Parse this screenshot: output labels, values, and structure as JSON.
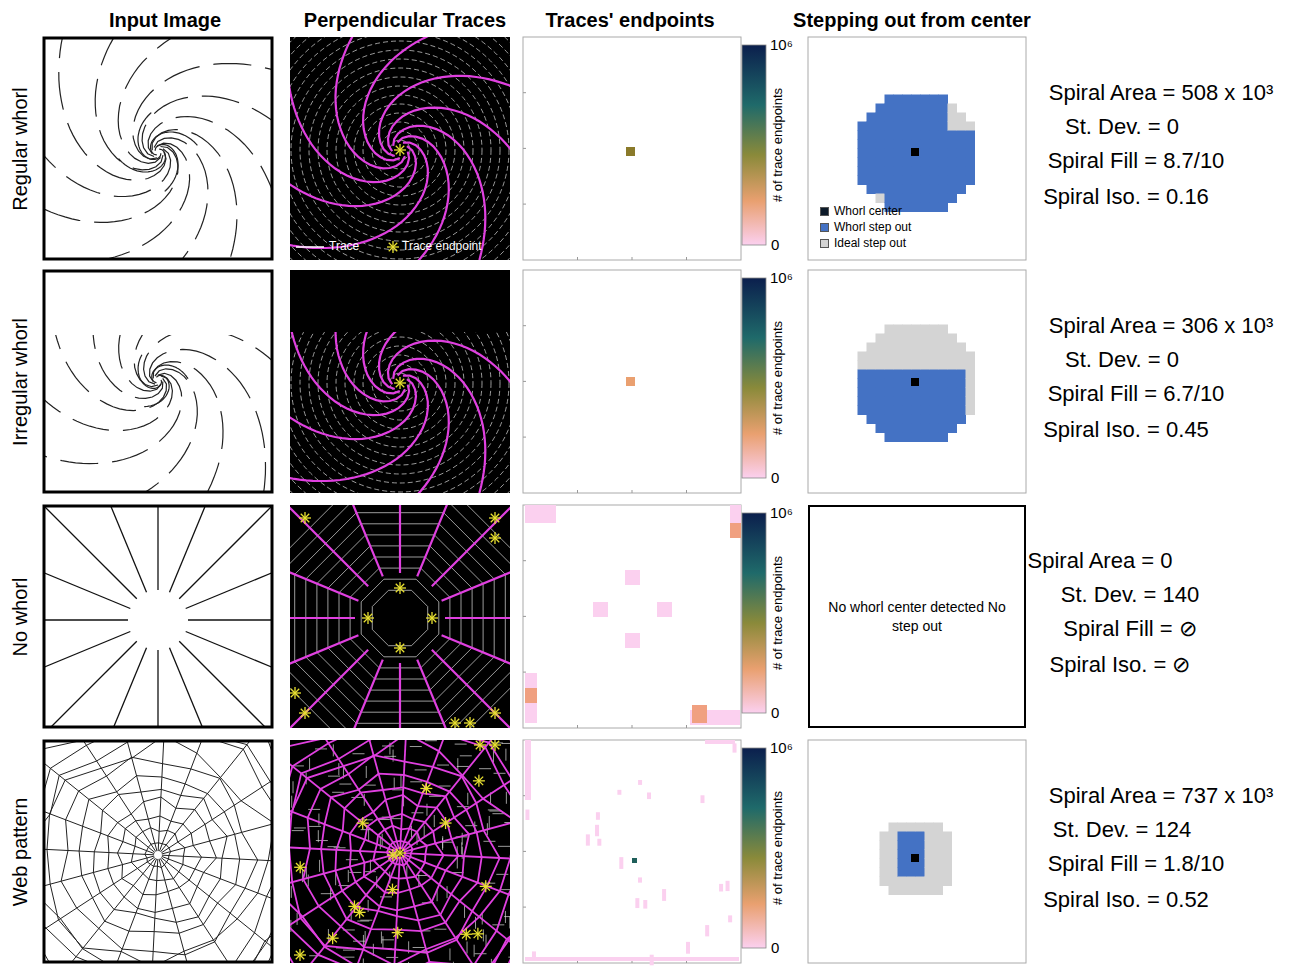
{
  "diagram": {
    "nodes": [
      {
        "text": [
          "No whorl center detected No step out"
        ]
      }
    ],
    "labels": [
      "Input Image",
      "Perpendicular Traces",
      "Traces' endpoints",
      "Stepping out from center",
      "Regular whorl",
      "Irregular whorl",
      "No whorl",
      "Web pattern",
      "10⁶",
      "# of trace endpoints",
      "0",
      "Spiral Area = 508 x 10³",
      "St. Dev. = 0",
      "Spiral Fill = 8.7/10",
      "Spiral Iso. = 0.16",
      "10⁶",
      "# of trace endpoints",
      "0",
      "Spiral Area = 306 x 10³",
      "St. Dev. = 0",
      "Spiral Fill = 6.7/10",
      "Spiral Iso. = 0.45",
      "10⁶",
      "# of trace endpoints",
      "0",
      "Spiral Area = 0",
      "St. Dev. = 140",
      "Spiral Fill = ⊘",
      "Spiral Iso. = ⊘",
      "10⁶",
      "# of trace endpoints",
      "0",
      "Spiral Area = 737 x 10³",
      "St. Dev. = 124",
      "Spiral Fill = 1.8/10",
      "Spiral Iso. = 0.52"
    ],
    "legend": [
      {
        "text": "Trace"
      },
      {
        "text": "Trace endpoint"
      },
      {
        "text": "Whorl center",
        "color": "#0d1b2a"
      },
      {
        "text": "Whorl step out",
        "color": "#4472c4"
      },
      {
        "text": "Ideal step out",
        "color": "#d4d4d4"
      }
    ]
  }
}
